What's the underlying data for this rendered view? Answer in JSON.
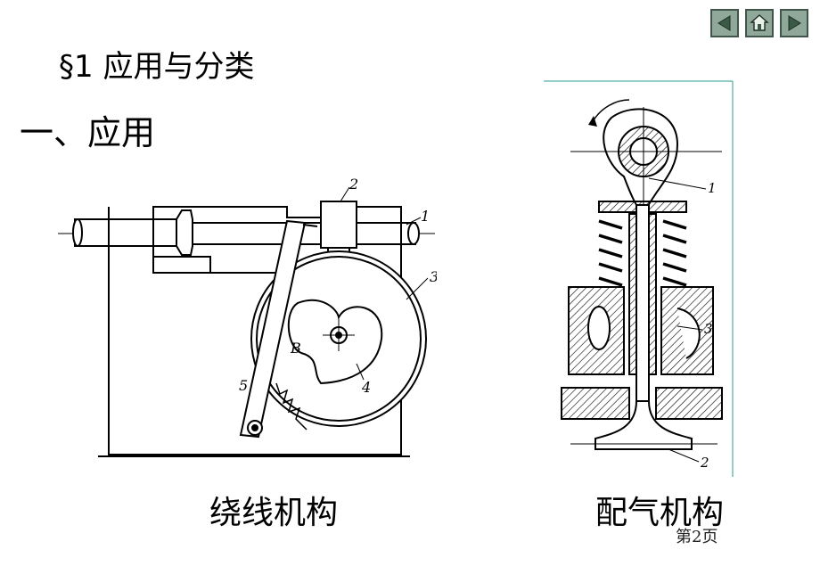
{
  "navigation": {
    "prev_icon": "triangle-left-icon",
    "home_icon": "house-icon",
    "next_icon": "triangle-right-icon",
    "button_color": "#8fa89a",
    "border_color": "#40564a"
  },
  "content": {
    "section_title": "§1  应用与分类",
    "subsection_title": "一、应用"
  },
  "figures": {
    "winding": {
      "caption": "绕线机构",
      "labels": {
        "l1": "1",
        "l2": "2",
        "l3": "3",
        "l4": "4",
        "l5": "5",
        "lB": "B"
      }
    },
    "valve": {
      "caption": "配气机构",
      "labels": {
        "l1": "1",
        "l2": "2",
        "l3": "3"
      }
    }
  },
  "footer": {
    "page_number": "第2页"
  }
}
